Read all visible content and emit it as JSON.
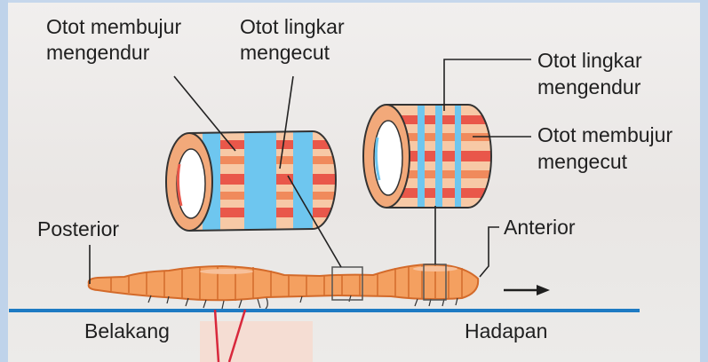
{
  "labels": {
    "top_left_1": "Otot membujur",
    "top_left_2": "mengendur",
    "top_mid_1": "Otot lingkar",
    "top_mid_2": "mengecut",
    "right_1a": "Otot lingkar",
    "right_1b": "mengendur",
    "right_2a": "Otot membujur",
    "right_2b": "mengecut",
    "posterior": "Posterior",
    "anterior": "Anterior",
    "belakang": "Belakang",
    "hadapan": "Hadapan"
  },
  "colors": {
    "ground_line": "#1e7bc3",
    "worm_body": "#f4a060",
    "worm_outline": "#d36a2a",
    "muscle_longitudinal": "#e9574a",
    "muscle_circular": "#6ec6ef",
    "tube_base": "#f7c9a6",
    "pointer_line": "#222222",
    "red_marks": "#d8283c"
  },
  "icons": {
    "direction": "right-arrow-icon"
  }
}
